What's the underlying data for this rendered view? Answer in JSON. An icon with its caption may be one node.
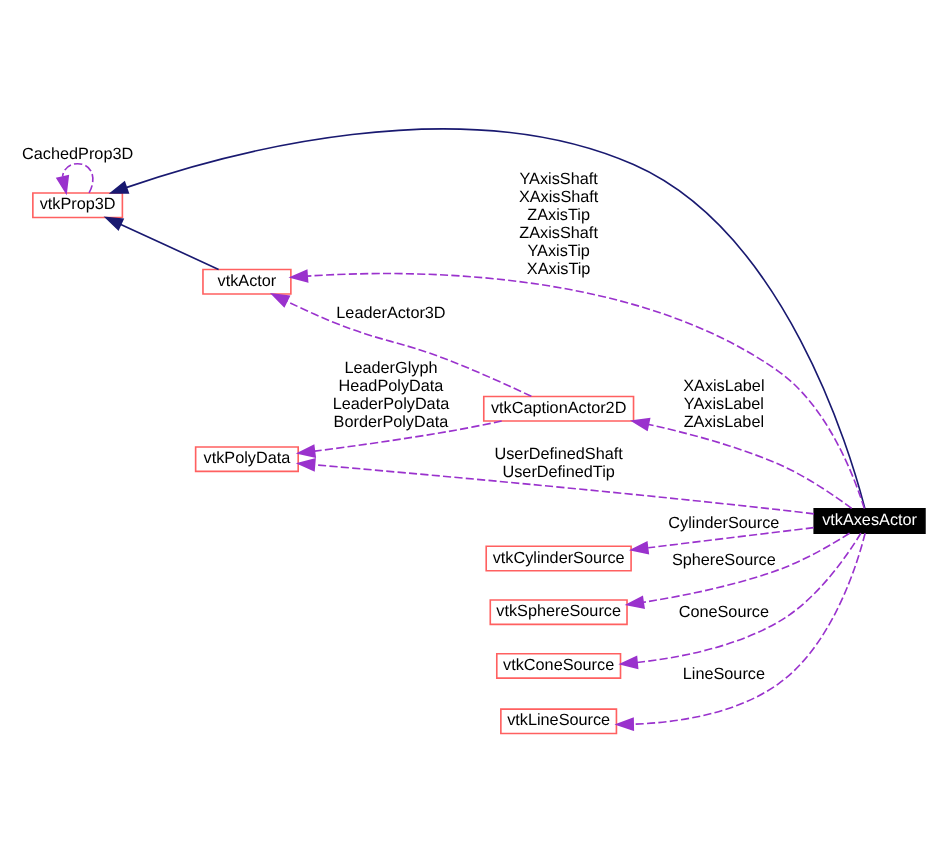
{
  "diagram": {
    "nodes": [
      {
        "text": [
          "vtkProp3D"
        ]
      },
      {
        "text": [
          "vtkActor"
        ]
      },
      {
        "text": [
          "vtkCaptionActor2D"
        ]
      },
      {
        "text": [
          "vtkPolyData"
        ]
      },
      {
        "text": [
          "vtkAxesActor"
        ]
      },
      {
        "text": [
          "vtkCylinderSource"
        ]
      },
      {
        "text": [
          "vtkSphereSource"
        ]
      },
      {
        "text": [
          "vtkConeSource"
        ]
      },
      {
        "text": [
          "vtkLineSource"
        ]
      }
    ],
    "edges": [
      {
        "from": 0,
        "to": 0,
        "arrow": "to",
        "label": "CachedProp3D",
        "style": "dashed"
      },
      {
        "from": 1,
        "to": 0,
        "arrow": "to",
        "color": "#191970"
      },
      {
        "from": 4,
        "to": 0,
        "arrow": "to",
        "color": "#191970"
      },
      {
        "from": 4,
        "to": 1,
        "arrow": "to",
        "label": "YAxisShaft XAxisShaft ZAxisTip ZAxisShaft YAxisTip XAxisTip",
        "style": "dashed"
      },
      {
        "from": 2,
        "to": 1,
        "arrow": "to",
        "label": "LeaderActor3D",
        "style": "dashed"
      },
      {
        "from": 2,
        "to": 3,
        "arrow": "to",
        "label": "LeaderGlyph HeadPolyData LeaderPolyData BorderPolyData",
        "style": "dashed"
      },
      {
        "from": 4,
        "to": 2,
        "arrow": "to",
        "label": "XAxisLabel YAxisLabel ZAxisLabel",
        "style": "dashed"
      },
      {
        "from": 4,
        "to": 3,
        "arrow": "to",
        "label": "UserDefinedShaft UserDefinedTip",
        "style": "dashed"
      },
      {
        "from": 4,
        "to": 5,
        "arrow": "to",
        "label": "CylinderSource",
        "style": "dashed"
      },
      {
        "from": 4,
        "to": 6,
        "arrow": "to",
        "label": "SphereSource",
        "style": "dashed"
      },
      {
        "from": 4,
        "to": 7,
        "arrow": "to",
        "label": "ConeSource",
        "style": "dashed"
      },
      {
        "from": 4,
        "to": 8,
        "arrow": "to",
        "label": "LineSource",
        "style": "dashed"
      }
    ]
  }
}
